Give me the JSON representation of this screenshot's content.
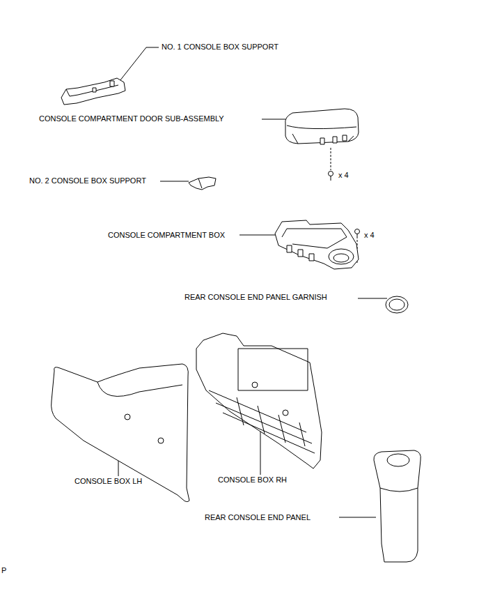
{
  "diagram": {
    "labels": [
      "NO. 1 CONSOLE BOX SUPPORT",
      "CONSOLE COMPARTMENT DOOR SUB-ASSEMBLY",
      "x 4",
      "NO. 2 CONSOLE BOX SUPPORT",
      "CONSOLE COMPARTMENT BOX",
      "x 4",
      "REAR CONSOLE END PANEL GARNISH",
      "CONSOLE BOX LH",
      "CONSOLE BOX RH",
      "REAR CONSOLE END PANEL",
      "P"
    ]
  }
}
